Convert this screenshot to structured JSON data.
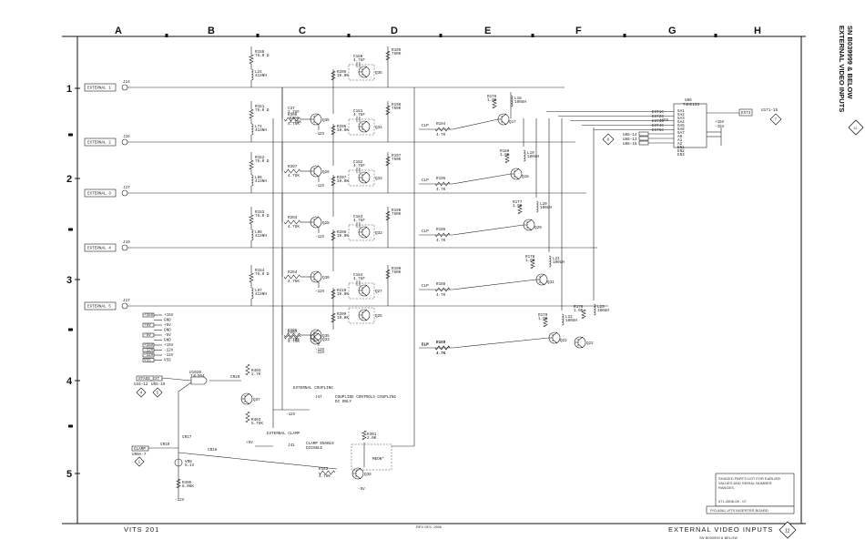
{
  "columns": [
    "A",
    "B",
    "C",
    "D",
    "E",
    "F",
    "G",
    "H"
  ],
  "rows": [
    "1",
    "2",
    "3",
    "4",
    "5"
  ],
  "side_title_1": "EXTERNAL VIDEO INPUTS",
  "side_title_2": "SN B039999 & BELOW",
  "side_badge": "12",
  "footer": {
    "left": "VITS 201",
    "center": "REV DEC 1986",
    "right_title": "EXTERNAL VIDEO INPUTS",
    "right_sub": "SN B039999 & BELOW",
    "badge": "12"
  },
  "inputs": [
    {
      "label": "EXTERNAL 1",
      "jack": "J14"
    },
    {
      "label": "EXTERNAL 2",
      "jack": "J15"
    },
    {
      "label": "EXTERNAL 3",
      "jack": "J17"
    },
    {
      "label": "EXTERNAL 4",
      "jack": "J19"
    },
    {
      "label": "EXTERNAL 5",
      "jack": "J17"
    }
  ],
  "stages": [
    {
      "rterm": "R150",
      "rterm_v": "75.0",
      "l": "L24",
      "l_v": "413NH",
      "rb": "R396",
      "rb_v": "4.75K",
      "q": "Q36",
      "rbias": "R205",
      "rbias_v": "10.0K",
      "c": "C180",
      "c_v": "4.7UF",
      "qb": "Q35",
      "rd": "R195",
      "rd_v": "750K",
      "rclp": "R194",
      "rclp_v": "4.7K",
      "rco": "R176",
      "rco_v": "1.0K",
      "lo": "L18",
      "lo_v": "100UH",
      "qo": "Q17"
    },
    {
      "rterm": "R151",
      "rterm_v": "75.0",
      "l": "L74",
      "l_v": "413NH",
      "rb": "R397",
      "rb_v": "4.75K",
      "q": "Q26",
      "rbias": "R206",
      "rbias_v": "10.0K",
      "c": "C181",
      "c_v": "4.7UF",
      "qb": "Q34",
      "rd": "R196",
      "rd_v": "750K",
      "rclp": "R195",
      "rclp_v": "4.7K",
      "rco": "R180",
      "rco_v": "1.0K",
      "lo": "L19",
      "lo_v": "100UH",
      "qo": "Q18"
    },
    {
      "rterm": "R152",
      "rterm_v": "75.0",
      "l": "L86",
      "l_v": "413NH",
      "rb": "R203",
      "rb_v": "4.75K",
      "q": "Q28",
      "rbias": "R207",
      "rbias_v": "10.0K",
      "c": "C182",
      "c_v": "4.7UF",
      "qb": "Q33",
      "rd": "R197",
      "rd_v": "750K",
      "rclp": "R186",
      "rclp_v": "4.7K",
      "rco": "R177",
      "rco_v": "1.0K",
      "lo": "L20",
      "lo_v": "100UH",
      "qo": "Q29"
    },
    {
      "rterm": "R153",
      "rterm_v": "75.0",
      "l": "L96",
      "l_v": "413NH",
      "rb": "R204",
      "rb_v": "4.75K",
      "q": "Q30",
      "rbias": "R208",
      "rbias_v": "10.0K",
      "c": "C183",
      "c_v": "4.7UF",
      "qb": "Q32",
      "rd": "R198",
      "rd_v": "750K",
      "rclp": "R188",
      "rclp_v": "4.7K",
      "rco": "R178",
      "rco_v": "1.0K",
      "lo": "L21",
      "lo_v": "100UH",
      "qo": "Q31"
    },
    {
      "rterm": "R154",
      "rterm_v": "75.0",
      "l": "L97",
      "l_v": "413NH",
      "rb": "R205",
      "rb_v": "4.75K",
      "q": "Q35",
      "rbias": "R210",
      "rbias_v": "10.0K",
      "c": "C184",
      "c_v": "4.7UF",
      "qb": "Q27",
      "rd": "R199",
      "rd_v": "750K",
      "rclp": "R187",
      "rclp_v": "4.7K",
      "rco": "R179",
      "rco_v": "1.0K",
      "lo": "L22",
      "lo_v": "100UH",
      "qo": "Q22"
    }
  ],
  "sixth_stage": {
    "rbias": "R209",
    "rbias_v": "10.0K",
    "qb": "Q25",
    "rb": "R207",
    "rb_v": "4.75K",
    "q": "Q33",
    "rclp": "R189",
    "rclp_v": "4.7K",
    "rco": "R178",
    "rco_v": "1.0K",
    "lo": "L23",
    "lo_v": "100UH",
    "qo": "Q22"
  },
  "cap_c37": {
    "ref": "C37",
    "value": "2.2UF",
    "r": "R406",
    "r_v": "4.75K"
  },
  "mux": {
    "ref": "U86",
    "part": "74HC153",
    "inputs": [
      "EXT1C",
      "EXT2C",
      "EXT3C",
      "EXT4C",
      "EXT5C"
    ],
    "pins_left": [
      "5A1",
      "5A2",
      "5A3",
      "5A4",
      "5A5",
      "5A6",
      "5A7"
    ],
    "pins_sel": [
      "A0",
      "A1",
      "A2",
      "EN1",
      "EN2",
      "EN3"
    ],
    "out_label": "EXT3",
    "out_ref": "U171-16",
    "out_badge": "7",
    "vcc": "+15V",
    "vee": "-15V",
    "sel_in": [
      "U86-14",
      "U86-13",
      "U86-15"
    ],
    "sel_badge": "6"
  },
  "supplies": [
    {
      "net": "+15V",
      "tp": "C129",
      "val": "+15V"
    },
    {
      "net": "GND",
      "tp": "",
      "val": "GND"
    },
    {
      "net": "+5V",
      "tp": "C1",
      "val": "+5V"
    },
    {
      "net": "GND",
      "tp": "",
      "val": "GND"
    },
    {
      "net": "-5V",
      "tp": "",
      "val": "-5V"
    },
    {
      "net": "GND",
      "tp": "",
      "val": "GND"
    },
    {
      "net": "+15V",
      "tp": "",
      "val": "+15V"
    },
    {
      "net": "-12V",
      "tp": "",
      "val": "-12V"
    },
    {
      "net": "-12V",
      "tp": "",
      "val": "-12V"
    },
    {
      "net": "VSS",
      "tp": "",
      "val": "VSS"
    }
  ],
  "control": {
    "stage_ext": "STAGE_EXT",
    "stage_refs": [
      "U44-12",
      "U55-19"
    ],
    "stage_badges": [
      "4",
      "5"
    ],
    "gate": "U102B",
    "gate_part": "74LS04",
    "cr": "CR20",
    "r1": "R402",
    "r1_v": "2.7K",
    "q": "Q37",
    "r2": "R403",
    "r2_v": "5.76K",
    "coupling_title": "EXTERNAL COUPLING",
    "coupling_jack": "J47",
    "coupling_text": "COUPLING CONTROLS COUPLING",
    "coupling_opt": "DC ONLY",
    "clamp_title": "EXTERNAL CLAMP",
    "clamp_jack": "J41",
    "clamp_text": "CLAMP ENABLE",
    "clamp_opt": "DISABLE",
    "clamp_in": "CLAMP",
    "clamp_ref": "U90A-7",
    "clamp_badge": "1",
    "cr2": "CR19",
    "cr3": "CR17",
    "vr": "VR8",
    "vr_v": "5.1V",
    "r3": "R405",
    "r3_v": "8.06K",
    "rx": "R183",
    "rx_v": "4.75K",
    "qx": "Q38",
    "rpot": "R301",
    "rpot_v": "2.0K",
    "pot": "MEON*",
    "neg": "-12V",
    "neg2": "-5V"
  },
  "notes": {
    "text": "SHADED PARTS LIST FOR EARLIER VALUES AND SERIAL NUMBER RANGES.",
    "drawing_no": "671-0808-06 - 07",
    "board": "P/O A561 VITS INSERTER BOARD"
  }
}
